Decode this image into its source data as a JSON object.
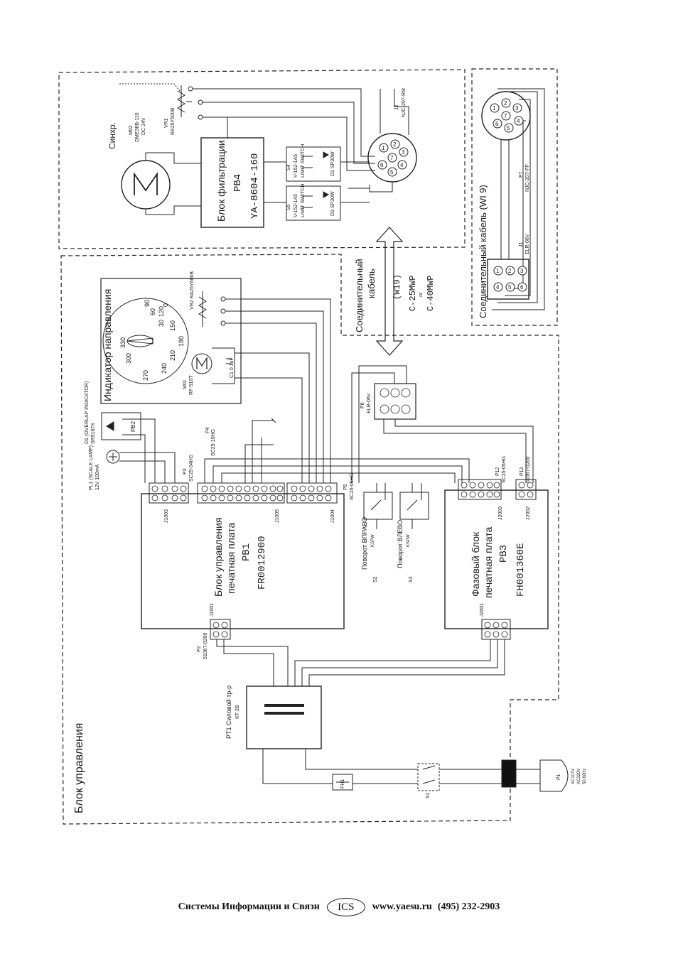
{
  "top_unit": {
    "sync_label": "Синхр.",
    "motor_label": "M02",
    "motor_spec_1": "DME38B-110",
    "motor_spec_2": "DC 24V",
    "vr_label": "VR1",
    "vr_spec": "RA25Y500B",
    "pcb_title": "Блок фильтрации",
    "pcb_id": "PB4",
    "pcb_part": "YA-8604-160",
    "limit_switch_1": "S4",
    "limit_switch_1_spec": "LIMIT SWITCH",
    "limit_switch_1_part": "V-152-1A5",
    "diode_1": "D2 SP30W",
    "limit_switch_2": "S5",
    "limit_switch_2_spec": "LIMIT SWITCH",
    "limit_switch_2_part": "V-152-1A5",
    "diode_2": "D3 SP30W",
    "connector_label": "J2",
    "connector_part": "NJC-207-RM",
    "connector_pins": [
      "1",
      "2",
      "3",
      "4",
      "5",
      "6",
      "7"
    ]
  },
  "cable_left": {
    "title_line1": "Соединительный",
    "title_line2": "кабель",
    "model": "(W19)",
    "option_1": "C-25MWP",
    "or": "or",
    "option_2": "C-40MWP"
  },
  "cable_right": {
    "title": "Соединительный кабель (WI 9)",
    "plug_label": "P7",
    "plug_part": "NJC-207-PF",
    "conn_label": "J1",
    "conn_part": "ELR-06V",
    "pins_circle": [
      "1",
      "2",
      "3",
      "4",
      "5",
      "6",
      "7"
    ],
    "pins_block": [
      "1",
      "2",
      "3",
      "4",
      "5",
      "6"
    ]
  },
  "control_unit": {
    "title": "Блок управления",
    "indicator_title": "Индикатор направления",
    "scale": [
      "0",
      "30",
      "60",
      "90",
      "120",
      "150",
      "180",
      "210",
      "240",
      "270",
      "300",
      "330"
    ],
    "indicator_motor": "M01",
    "indicator_motor_spec": "RF-510T",
    "indicator_cap": "C1 0.1uF",
    "indicator_vr": "VR2 RA25Y500B",
    "lamp_label": "PL1 (SCALE LAMP)",
    "lamp_spec": "12V 100mA",
    "led_label": "D1 (OVERLAP INDICATOR)",
    "led_part": "SR5167X",
    "pb2": "PB2",
    "p3_label": "P3",
    "p3_part": "SC25-04HG",
    "p4_label": "P4",
    "p4_part": "SC25-10HG",
    "p5_label": "P5",
    "p5_part": "SC25-06HG",
    "p6_label": "P6",
    "p6_part": "ELR-06V",
    "pb1_title": "Блок управления",
    "pb1_sub": "печатная плата",
    "pb1_id": "PB1",
    "pb1_part": "FR0012900",
    "j1003": "J1003",
    "j1005": "J1005",
    "j1004": "J1004",
    "j1001": "J1001",
    "p2_label": "P2",
    "p2_part": "51067-0200",
    "sw_right_label": "Поворот ВПРАВО",
    "sw_right_ref": "S2",
    "sw_right_spec": "KSPW",
    "sw_left_label": "Поворот ВЛЕВО",
    "sw_left_ref": "S3",
    "sw_left_spec": "KSPW",
    "pb3_title": "Фазовый блок",
    "pb3_sub": "печатная плата",
    "pb3_id": "PB3",
    "pb3_part": "FH001360E",
    "j2003": "J2003",
    "j2002": "J2002",
    "j2001": "J2001",
    "p12_label": "P12",
    "p12_part": "SC25-05HG",
    "p13_label": "P13",
    "p13_part": "51067-0200",
    "trans_label": "PT1 Силовой тр-р",
    "trans_part": "KT-2B",
    "fuse_label": "FH1",
    "switch_label": "S1",
    "plug_label": "P1",
    "power_spec_1": "AC117V",
    "power_spec_2": "AC220V",
    "power_spec_3": "50 60Hz"
  },
  "footer": {
    "company": "Системы Информации и Связи",
    "logo": "ICS",
    "site": "www.yaesu.ru",
    "phone": "(495) 232-2903"
  }
}
